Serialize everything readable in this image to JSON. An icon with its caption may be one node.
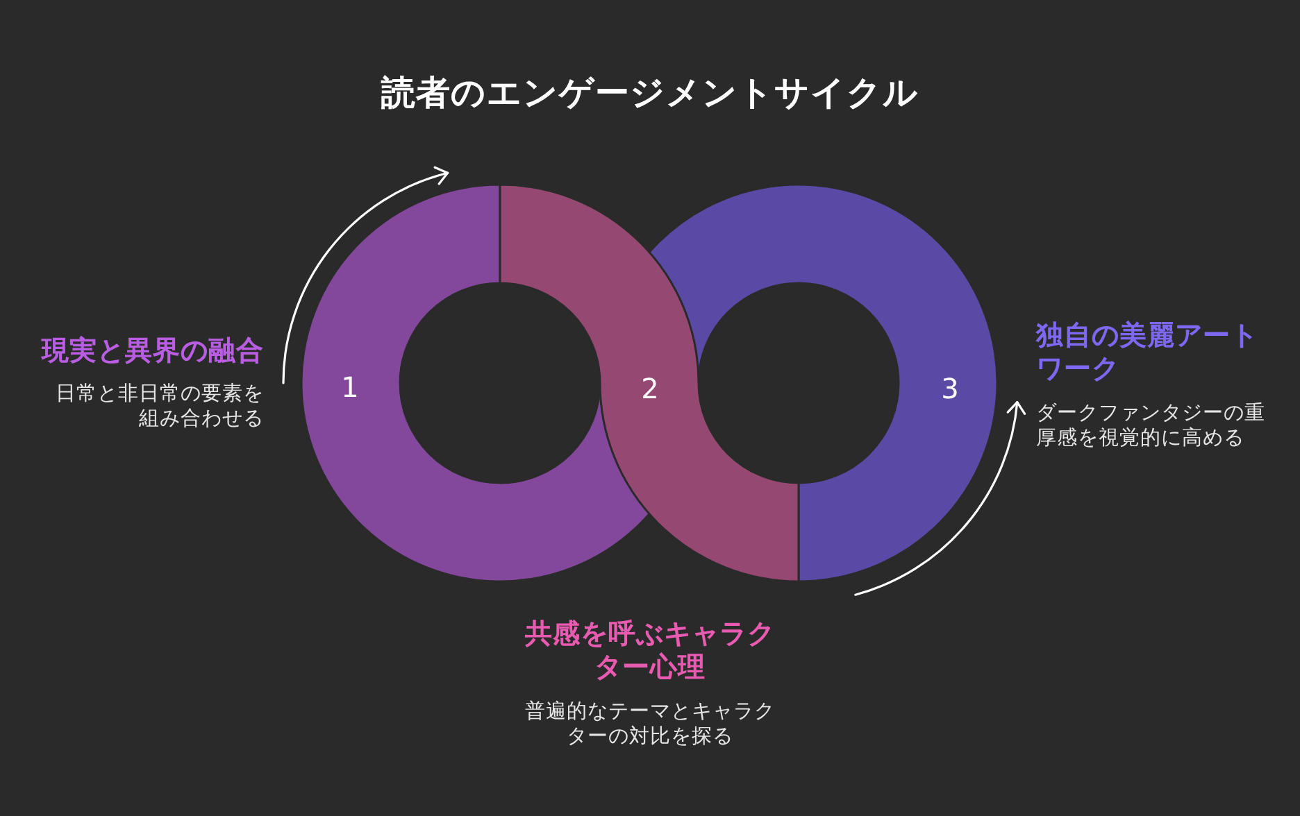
{
  "diagram": {
    "title": "読者のエンゲージメントサイクル",
    "nodes": [
      {
        "text": [
          "1"
        ],
        "beside": [
          "現実と異界の融合",
          "日常と非日常の要素を組み合わせる"
        ]
      },
      {
        "text": [
          "2"
        ],
        "beside": [
          "共感を呼ぶキャラクター心理",
          "普遍的なテーマとキャラクターの対比を探る"
        ]
      },
      {
        "text": [
          "3"
        ],
        "beside": [
          "独自の美麗アートワーク",
          "ダークファンタジーの重厚感を視覚的に高める"
        ]
      }
    ]
  }
}
